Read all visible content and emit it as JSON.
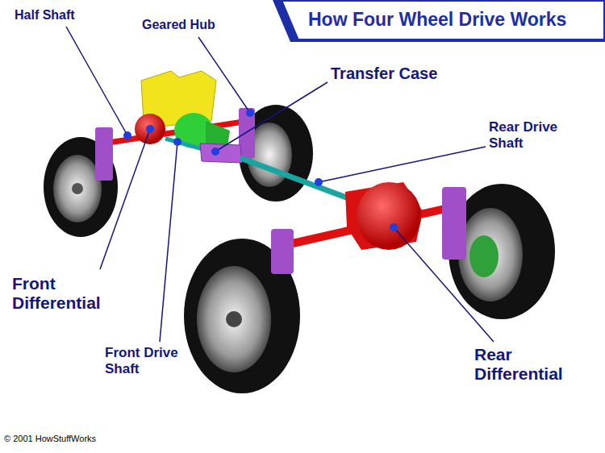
{
  "diagram": {
    "title": "How Four Wheel Drive Works",
    "labels": [
      "Half Shaft",
      "Geared Hub",
      "Transfer Case",
      "Rear Drive Shaft",
      "Front Differential",
      "Front Drive Shaft",
      "Rear Differential",
      "© 2001 HowStuffWorks"
    ]
  }
}
